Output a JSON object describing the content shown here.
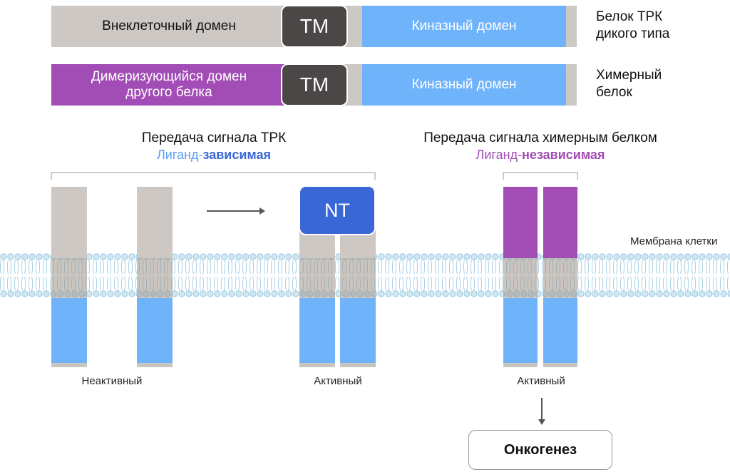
{
  "wild_type": {
    "extracellular_label": "Внеклеточный домен",
    "tm_label": "TM",
    "kinase_label": "Киназный домен",
    "side_label_line1": "Белок ТРК",
    "side_label_line2": "дикого типа"
  },
  "chimeric": {
    "dimer_label_line1": "Димеризующийся домен",
    "dimer_label_line2": "другого белка",
    "tm_label": "TM",
    "kinase_label": "Киназный домен",
    "side_label_line1": "Химерный",
    "side_label_line2": "белок"
  },
  "left_panel": {
    "title": "Передача сигнала ТРК",
    "subtitle_prefix": "Лиганд-",
    "subtitle_bold": "зависимая",
    "ligand_label": "NT",
    "inactive_label": "Неактивный",
    "active_label": "Активный"
  },
  "right_panel": {
    "title": "Передача сигнала химерным белком",
    "subtitle_prefix": "Лиганд-",
    "subtitle_bold": "независимая",
    "active_label": "Активный",
    "outcome_label": "Онкогенез"
  },
  "membrane_label": "Мембрана клетки",
  "colors": {
    "extracellular": "#cdc8c4",
    "tm": "#4a4746",
    "kinase": "#6fb3fb",
    "dimer": "#a24cb5",
    "ligand": "#3a67d6",
    "blue_text": "#5b9ef0",
    "purple_text": "#a24cb5",
    "membrane": "#cfe7f3"
  }
}
